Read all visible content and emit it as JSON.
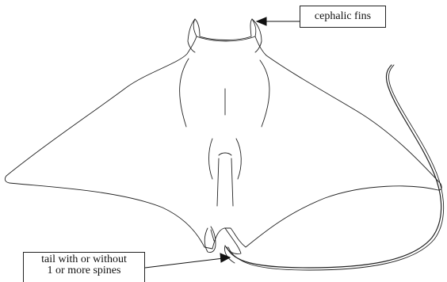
{
  "labels": {
    "cephalic_fins": "cephalic fins",
    "tail_line1": "tail with or without",
    "tail_line2": "1 or more spines"
  }
}
